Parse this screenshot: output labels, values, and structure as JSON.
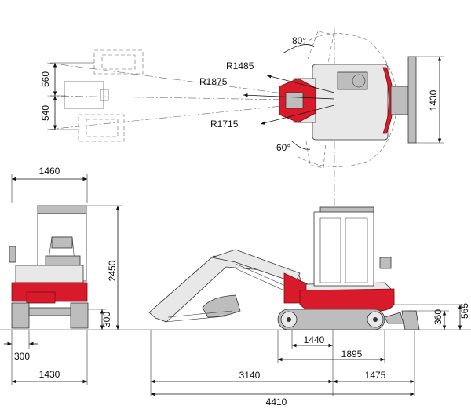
{
  "dimensions": {
    "front_width": "1460",
    "height_total": "2450",
    "ground_clearance": "300",
    "track_offset": "300",
    "track_width": "1430",
    "tail_length": "1440",
    "undercarriage_length": "1895",
    "reach_to_pivot": "3140",
    "rear_length": "1475",
    "overall_length": "4410",
    "blade_height": "360",
    "blade_top": "565",
    "boom_offset_left": "560",
    "boom_offset_right": "540",
    "blade_width": "1430",
    "radius_1": "R1485",
    "radius_2": "R1875",
    "radius_3": "R1715",
    "angle_left": "80°",
    "angle_right": "60°"
  },
  "colors": {
    "accent": "#d81a2a",
    "body": "#e8e8e8",
    "line": "#111111"
  }
}
